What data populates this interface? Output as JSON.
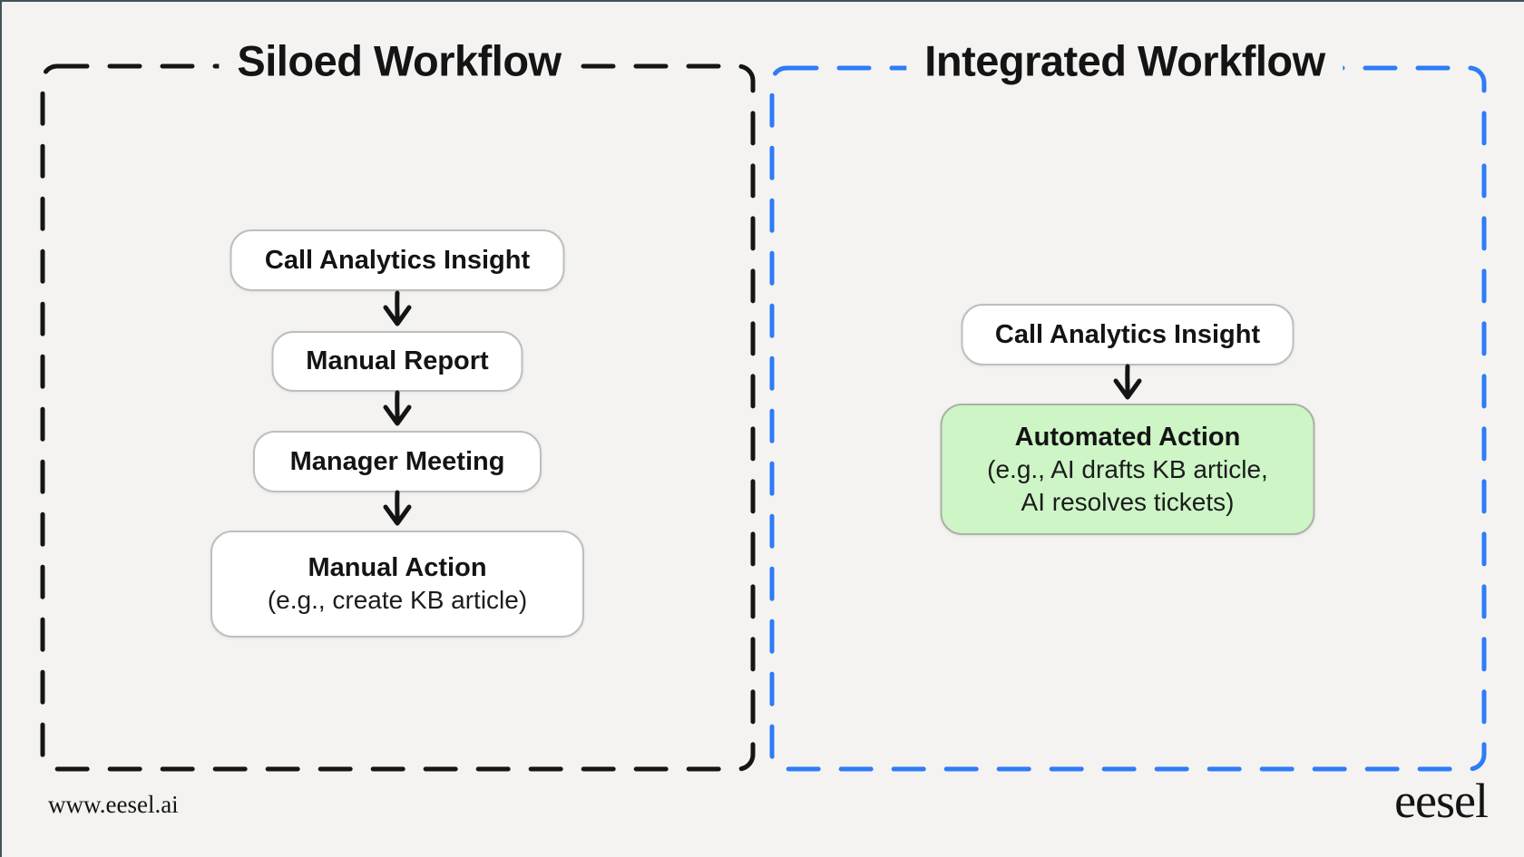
{
  "canvas": {
    "background": "#f4f3f1",
    "box_fill": "#ffffff",
    "highlight_fill": "#cdf5c6",
    "arrow_color": "#141414"
  },
  "panels": {
    "siloed": {
      "title": "Siloed Workflow",
      "border_color": "#151515",
      "border_style": "dashed",
      "steps": [
        {
          "label": "Call Analytics Insight"
        },
        {
          "label": "Manual Report"
        },
        {
          "label": "Manager Meeting"
        },
        {
          "label": "Manual Action",
          "note": "(e.g., create KB article)"
        }
      ]
    },
    "integrated": {
      "title": "Integrated Workflow",
      "border_color": "#2e7cf6",
      "border_style": "dashed",
      "steps": [
        {
          "label": "Call Analytics Insight"
        },
        {
          "label": "Automated Action",
          "note_line1": "(e.g., AI drafts KB article,",
          "note_line2": "AI resolves tickets)",
          "highlight_color": "#cdf5c6"
        }
      ]
    }
  },
  "footer": {
    "site_url": "www.eesel.ai",
    "brand": "eesel"
  }
}
